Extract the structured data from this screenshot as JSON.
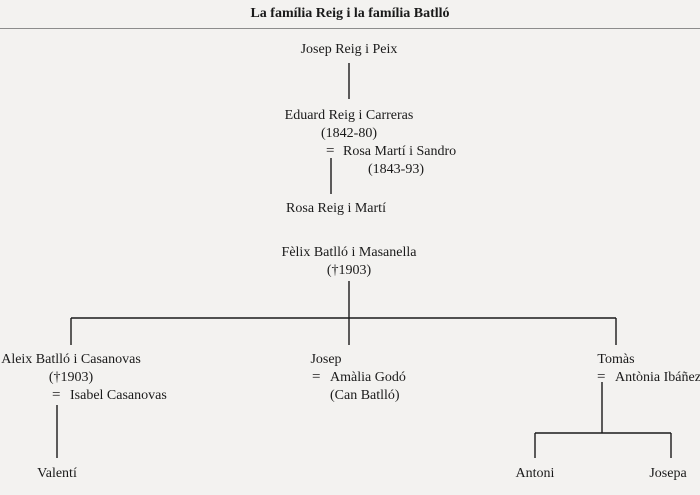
{
  "title": "La família Reig i la família Batlló",
  "people": {
    "josep_reig": "Josep Reig i Peix",
    "eduard_reig": "Eduard Reig i Carreras",
    "eduard_dates": "(1842-80)",
    "rosa_marti": "Rosa Martí i Sandro",
    "rosa_marti_dates": "(1843-93)",
    "rosa_reig": "Rosa Reig i Martí",
    "felix_batllo": "Fèlix Batlló i Masanella",
    "felix_dates": "(†1903)",
    "aleix_batllo": "Aleix Batlló i Casanovas",
    "aleix_dates": "(†1903)",
    "isabel_casanovas": "Isabel Casanovas",
    "josep": "Josep",
    "amalia_godo": "Amàlia Godó",
    "can_batllo": "(Can Batlló)",
    "tomas": "Tomàs",
    "antonia_ibanez": "Antònia Ibáñez",
    "valenti": "Valentí",
    "antoni": "Antoni",
    "josepa": "Josepa"
  },
  "marriage_symbol": "="
}
